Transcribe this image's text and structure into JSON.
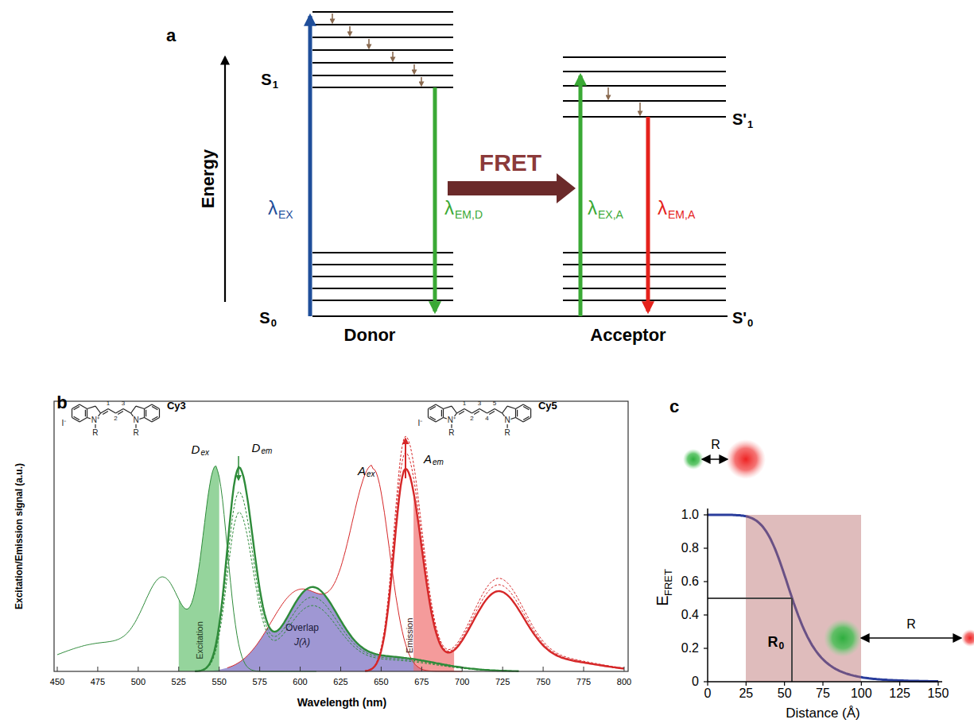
{
  "diagram": {
    "labels": [
      "a",
      "Energy",
      "S",
      "1",
      "λ",
      "EX",
      "λ",
      "EM,D",
      "FRET",
      "λ",
      "EX,A",
      "λ",
      "EM,A",
      "S'",
      "1",
      "S",
      "0",
      "Donor",
      "Acceptor",
      "S'",
      "0",
      "b",
      "1",
      "2",
      "3",
      "I⁻",
      "N⁺",
      "R",
      "N",
      "R",
      "Cy3",
      "1",
      "2",
      "3",
      "4",
      "5",
      "I⁻",
      "N⁺",
      "R",
      "N",
      "R",
      "Cy5",
      "D",
      "ex",
      "D",
      "em",
      "A",
      "ex",
      "A",
      "em",
      "Excitation",
      "Emission",
      "Overlap",
      "J(λ)",
      "Excitation/Emission signal (a.u.)",
      "450",
      "475",
      "500",
      "525",
      "550",
      "575",
      "600",
      "625",
      "650",
      "675",
      "700",
      "725",
      "750",
      "775",
      "800",
      "Wavelength (nm)",
      "c",
      "R",
      "E",
      "FRET",
      "0",
      "0.2",
      "0.4",
      "0.6",
      "0.8",
      "1.0",
      "0",
      "25",
      "50",
      "75",
      "100",
      "125",
      "150",
      "R",
      "0",
      "Distance (Å)",
      "R"
    ]
  }
}
